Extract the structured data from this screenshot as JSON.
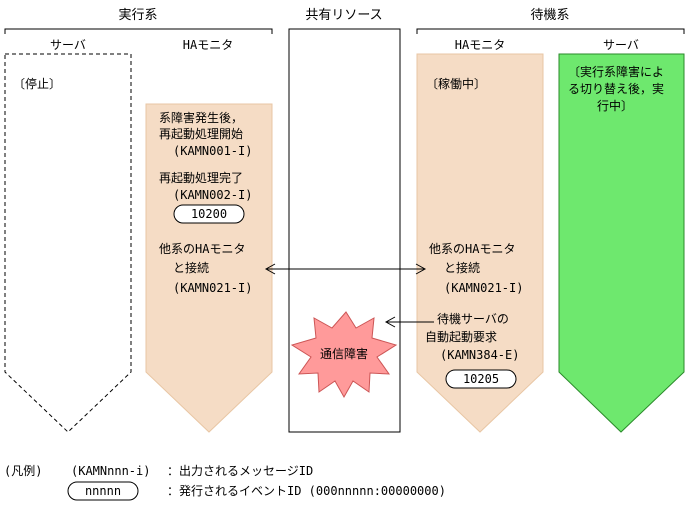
{
  "headers": {
    "active_system": "実行系",
    "shared_resource": "共有リソース",
    "standby_system": "待機系"
  },
  "columns": {
    "active_server": "サーバ",
    "active_ha_monitor": "HAモニタ",
    "standby_ha_monitor": "HAモニタ",
    "standby_server": "サーバ"
  },
  "active_server": {
    "status": "〔停止〕"
  },
  "active_ha_monitor": {
    "line1": "系障害発生後，",
    "line2": "再起動処理開始",
    "msg1": "(KAMN001-I)",
    "line3": "再起動処理完了",
    "msg2": "(KAMN002-I)",
    "event1": "10200",
    "line4": "他系のHAモニタ",
    "line5": "と接続",
    "msg3": "(KAMN021-I)"
  },
  "shared_resource": {
    "failure_label": "通信障害"
  },
  "standby_ha_monitor": {
    "status": "〔稼働中〕",
    "line1": "他系のHAモニタ",
    "line2": "と接続",
    "msg1": "(KAMN021-I)",
    "line3": "待機サーバの",
    "line4": "自動起動要求",
    "msg2": "(KAMN384-E)",
    "event1": "10205"
  },
  "standby_server": {
    "line1": "〔実行系障害によ",
    "line2": "る切り替え後，実",
    "line3": "行中〕"
  },
  "legend": {
    "title": "(凡例)",
    "message_sample": "(KAMNnnn-i)",
    "message_desc": "：出力されるメッセージID",
    "event_sample": "nnnnn",
    "event_desc": "：発行されるイベントID (000nnnnn:00000000)"
  },
  "colors": {
    "ha_monitor_fill": "#f5dcc5",
    "server_active_fill": "#6ee86e",
    "failure_fill": "#ff9a9a"
  }
}
